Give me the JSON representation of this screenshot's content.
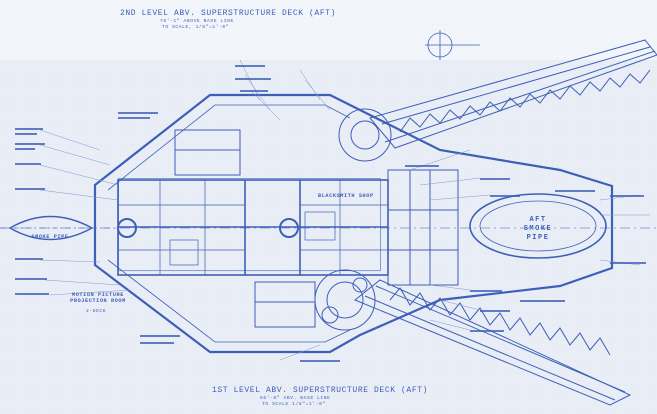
{
  "drawing": {
    "top_title": "2ND LEVEL ABV. SUPERSTRUCTURE DECK (AFT)",
    "top_subtitle_1": "76'-1\" ABOVE BASE LINE",
    "top_subtitle_2": "TO SCALE, 1/8\"=1'-0\"",
    "bottom_title": "1ST LEVEL ABV. SUPERSTRUCTURE DECK (AFT)",
    "bottom_subtitle_1": "66'-8\" ABV. BASE LINE",
    "bottom_subtitle_2": "TO SCALE 1/8\"=1'-0\"",
    "blacksmith_label": "BLACKSMITH SHOP",
    "motion_picture_label": "MOTION PICTURE PROJECTION ROOM",
    "motion_picture_sub": "2-DECK",
    "aft_smoke_label": "AFT SMOKE PIPE",
    "smoke_pipe_label": "SMOKE PIPE",
    "colors": {
      "paper": "#e9eef6",
      "ink": "#3d5fb8",
      "ink_light": "#7f98d2"
    }
  }
}
